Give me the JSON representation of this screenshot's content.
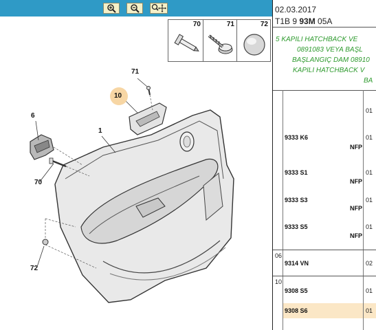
{
  "toolbar": {
    "zoom_in_icon": "zoom-in-icon",
    "zoom_out_icon": "zoom-out-icon",
    "zoom_fit_icon": "zoom-pan-icon"
  },
  "header": {
    "date": "02.03.2017",
    "code_prefix": "T1B 9 ",
    "code_bold": "93M",
    "code_suffix": " 05A"
  },
  "description": [
    "5 KAPILI HATCHBACK VE",
    "0891083 VEYA BAŞL",
    "BAŞLANGIÇ DAM 08910",
    "KAPILI HATCHBACK V",
    "BA"
  ],
  "parts_thumbnails": [
    {
      "number": "70",
      "icon": "push-rivet-icon"
    },
    {
      "number": "71",
      "icon": "screw-icon"
    },
    {
      "number": "72",
      "icon": "clip-cap-icon"
    }
  ],
  "diagram_callouts": [
    {
      "id": "71",
      "label": "71"
    },
    {
      "id": "10",
      "label": "10"
    },
    {
      "id": "6",
      "label": "6"
    },
    {
      "id": "1",
      "label": "1"
    },
    {
      "id": "70",
      "label": "70"
    },
    {
      "id": "72",
      "label": "72"
    }
  ],
  "parts_list": [
    {
      "group": "",
      "ref": "9333 K6",
      "nfp": "NFP",
      "qty": "01"
    },
    {
      "group": "",
      "ref": "9333 S1",
      "nfp": "NFP",
      "qty": "01"
    },
    {
      "group": "",
      "ref": "9333 S3",
      "nfp": "NFP",
      "qty": "01"
    },
    {
      "group": "",
      "ref": "9333 S5",
      "nfp": "NFP",
      "qty": "01"
    },
    {
      "group": "06",
      "ref": "9314 VN",
      "nfp": "",
      "qty": "02"
    },
    {
      "group": "10",
      "ref": "9308 S5",
      "nfp": "",
      "qty": "01"
    },
    {
      "group": "",
      "ref": "9308 S6",
      "nfp": "",
      "qty": "01"
    }
  ],
  "first_qty": "01",
  "colors": {
    "toolbar_bg": "#2f9ac6",
    "description_text": "#2e9a2e",
    "highlight_row": "#fbe7c6",
    "callout_badge": "#f7d6a4"
  }
}
